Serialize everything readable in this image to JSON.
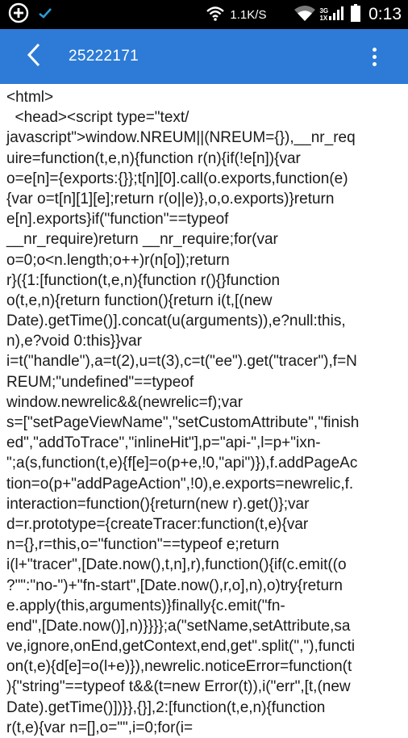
{
  "status_bar": {
    "net_speed": "1.1K/S",
    "net_type_top": "3G",
    "net_type_bottom": "1X",
    "time": "0:13",
    "icons": [
      "add-circle-icon",
      "check-icon",
      "wifi-icon",
      "wifi-signal-icon",
      "cell-signal-icon",
      "battery-icon"
    ]
  },
  "app_bar": {
    "title": "25222171",
    "color": "#2d7bd6",
    "back_icon": "chevron-left-icon",
    "overflow_icon": "more-vertical-icon"
  },
  "source": {
    "lines": [
      "<html>",
      "  <head><script type=\"text/",
      "javascript\">window.NREUM||(NREUM={}),__nr_req",
      "uire=function(t,e,n){function r(n){if(!e[n]){var",
      "o=e[n]={exports:{}};t[n][0].call(o.exports,function(e)",
      "{var o=t[n][1][e];return r(o||e)},o,o.exports)}return",
      "e[n].exports}if(\"function\"==typeof",
      "__nr_require)return __nr_require;for(var",
      "o=0;o<n.length;o++)r(n[o]);return",
      "r}({1:[function(t,e,n){function r(){}function",
      "o(t,e,n){return function(){return i(t,[(new",
      "Date).getTime()].concat(u(arguments)),e?null:this,",
      "n),e?void 0:this}}var",
      "i=t(\"handle\"),a=t(2),u=t(3),c=t(\"ee\").get(\"tracer\"),f=N",
      "REUM;\"undefined\"==typeof",
      "window.newrelic&&(newrelic=f);var",
      "s=[\"setPageViewName\",\"setCustomAttribute\",\"finish",
      "ed\",\"addToTrace\",\"inlineHit\"],p=\"api-\",l=p+\"ixn-",
      "\";a(s,function(t,e){f[e]=o(p+e,!0,\"api\")}),f.addPageAc",
      "tion=o(p+\"addPageAction\",!0),e.exports=newrelic,f.",
      "interaction=function(){return(new r).get()};var",
      "d=r.prototype={createTracer:function(t,e){var",
      "n={},r=this,o=\"function\"==typeof e;return",
      "i(l+\"tracer\",[Date.now(),t,n],r),function(){if(c.emit((o",
      "?\"\":\"no-\")+\"fn-start\",[Date.now(),r,o],n),o)try{return",
      "e.apply(this,arguments)}finally{c.emit(\"fn-",
      "end\",[Date.now()],n)}}}};a(\"setName,setAttribute,sa",
      "ve,ignore,onEnd,getContext,end,get\".split(\",\"),functi",
      "on(t,e){d[e]=o(l+e)}),newrelic.noticeError=function(t",
      "){\"string\"==typeof t&&(t=new Error(t)),i(\"err\",[t,(new",
      "Date).getTime()])}},{}],2:[function(t,e,n){function",
      "r(t,e){var n=[],o=\"\",i=0;for(i="
    ]
  }
}
